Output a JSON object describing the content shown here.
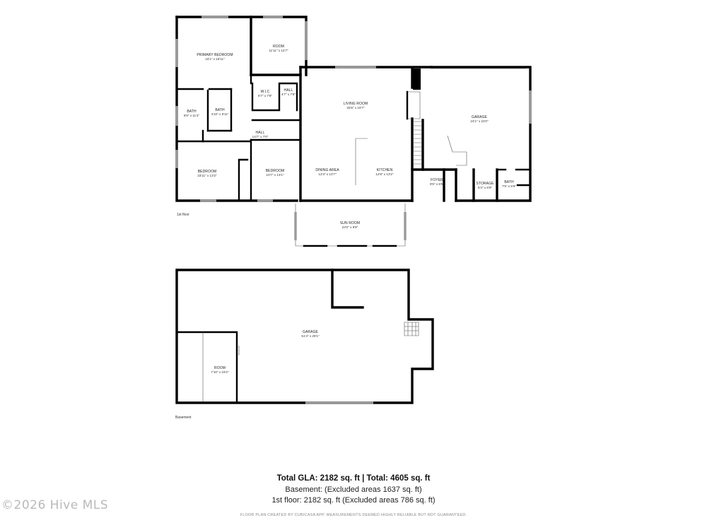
{
  "first_floor": {
    "label": "1st floor",
    "rooms": [
      {
        "id": "primary-bedroom",
        "name": "PRIMARY BEDROOM",
        "dim": "16'1\" x 18'11\""
      },
      {
        "id": "room",
        "name": "ROOM",
        "dim": "11'11\" x 12'7\""
      },
      {
        "id": "wic",
        "name": "W.I.C",
        "dim": "5'7\" x 7'8\""
      },
      {
        "id": "hall-upper",
        "name": "HALL",
        "dim": "4'7\" x 7'8\""
      },
      {
        "id": "bath-left",
        "name": "BATH",
        "dim": "6'9\" x 11'4\""
      },
      {
        "id": "bath-inner",
        "name": "BATH",
        "dim": "4'10\" x 8'11\""
      },
      {
        "id": "hall-lower",
        "name": "HALL",
        "dim": "14'7\" x 7'0\""
      },
      {
        "id": "living-room",
        "name": "LIVING ROOM",
        "dim": "26'6\" x 15'7\""
      },
      {
        "id": "garage-1",
        "name": "GARAGE",
        "dim": "24'1\" x 22'0\""
      },
      {
        "id": "bedroom-1",
        "name": "BEDROOM",
        "dim": "15'11\" x 13'2\""
      },
      {
        "id": "bedroom-2",
        "name": "BEDROOM",
        "dim": "10'7\" x 13'1\""
      },
      {
        "id": "dining-area",
        "name": "DINING AREA",
        "dim": "12'3\" x 13'7\""
      },
      {
        "id": "kitchen",
        "name": "KITCHEN",
        "dim": "12'8\" x 13'2\""
      },
      {
        "id": "foyer",
        "name": "FOYER",
        "dim": "9'5\" x 6'9\""
      },
      {
        "id": "storage",
        "name": "STORAGE",
        "dim": "5'3\" x 6'9\""
      },
      {
        "id": "bath-garage",
        "name": "BATH",
        "dim": "7'5\" x 6'9\""
      },
      {
        "id": "sun-room",
        "name": "SUN ROOM",
        "dim": "23'2\" x 9'8\""
      }
    ]
  },
  "basement": {
    "label": "Basement",
    "rooms": [
      {
        "id": "garage-b",
        "name": "GARAGE",
        "dim": "51'4\" x 29'1\""
      },
      {
        "id": "room-b",
        "name": "ROOM",
        "dim": "7'10\" x 15'2\""
      }
    ]
  },
  "summary": {
    "total": "Total GLA: 2182 sq. ft | Total: 4605 sq. ft",
    "basement": "Basement: (Excluded areas 1637 sq. ft)",
    "first_floor": "1st floor: 2182 sq. ft (Excluded areas 786 sq. ft)"
  },
  "disclaimer": "FLOOR PLAN CREATED BY CUBICASA APP. MEASUREMENTS DEEMED HIGHLY RELIABLE BUT NOT GUARANTEED.",
  "watermark": "©2026 Hive MLS"
}
